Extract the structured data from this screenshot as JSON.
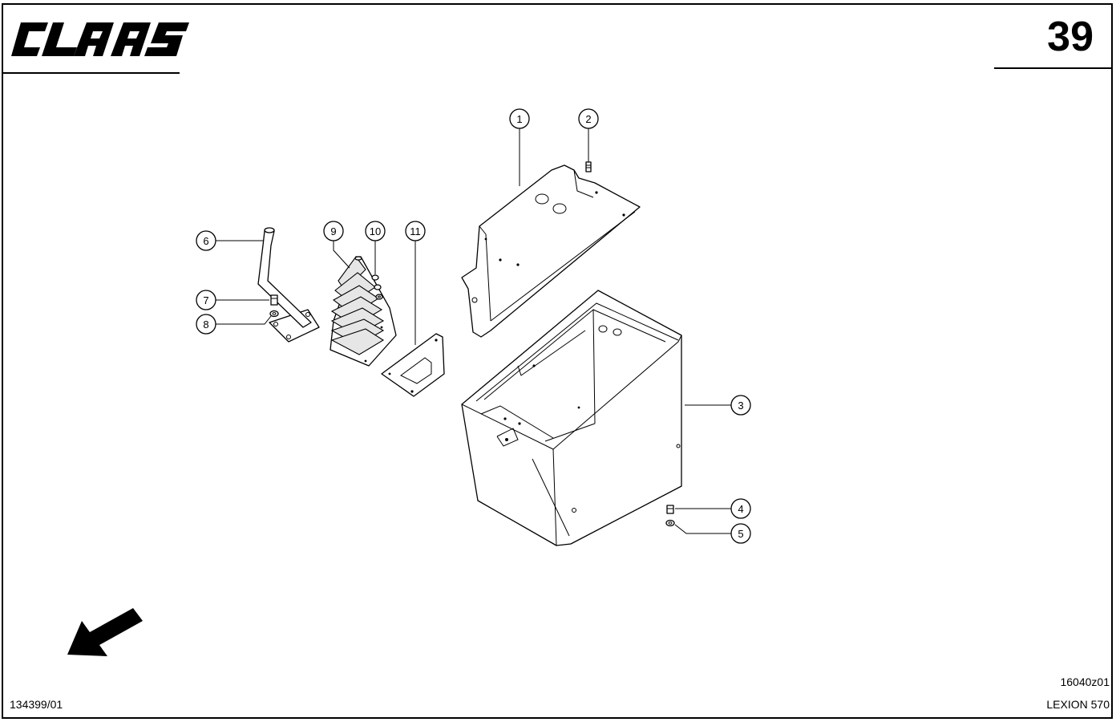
{
  "header": {
    "brand": "CLAAS",
    "page_number": "39"
  },
  "footer": {
    "document_number": "134399/01",
    "drawing_code": "16040z01",
    "model": "LEXION 570"
  },
  "callouts": [
    "1",
    "2",
    "3",
    "4",
    "5",
    "6",
    "7",
    "8",
    "9",
    "10",
    "11"
  ],
  "icons": {
    "direction": "arrow-down-left-icon"
  }
}
